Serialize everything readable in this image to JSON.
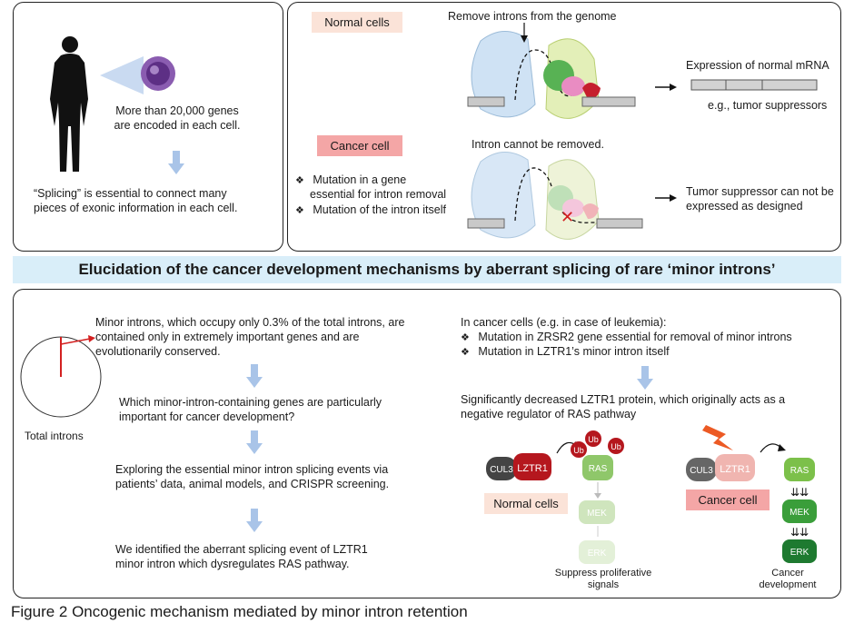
{
  "top_left": {
    "genes_text_1": "More than 20,000 genes",
    "genes_text_2": "are encoded in each cell.",
    "splicing_text_1": "“Splicing” is essential to connect many",
    "splicing_text_2": "pieces of exonic information in each cell."
  },
  "top_right": {
    "normal_label": "Normal cells",
    "remove_introns": "Remove introns from the genome",
    "expression_normal": "Expression of normal mRNA",
    "eg_tumor": "e.g., tumor suppressors",
    "cancer_label": "Cancer cell",
    "intron_cannot": "Intron cannot be removed.",
    "mutation_1a": "Mutation in a gene",
    "mutation_1b": "essential for intron removal",
    "mutation_2": "Mutation of the intron itself",
    "tumor_cannot_1": "Tumor suppressor can not be",
    "tumor_cannot_2": "expressed as designed"
  },
  "banner": "Elucidation of the cancer development mechanisms by aberrant splicing of rare ‘minor introns’",
  "bottom_left": {
    "total_introns": "Total introns",
    "minor_1": "Minor introns, which occupy only 0.3% of the total introns, are",
    "minor_2": "contained only in extremely important genes and are",
    "minor_3": "evolutionarily conserved.",
    "which_1": "Which minor-intron-containing genes are particularly",
    "which_2": "important for cancer development?",
    "explore_1": "Exploring the essential minor intron splicing events via",
    "explore_2": "patients’ data, animal models, and CRISPR screening.",
    "ident_1": "We identified the aberrant splicing event of LZTR1",
    "ident_2": "minor intron which dysregulates RAS pathway."
  },
  "bottom_right": {
    "cancer_cells_intro": "In cancer cells (e.g. in case of leukemia):",
    "mut_zrsr2": "Mutation in ZRSR2 gene essential for removal of minor introns",
    "mut_lztr1": "Mutation in LZTR1’s minor intron itself",
    "decrease_1": "Significantly decreased LZTR1 protein, which originally acts as a",
    "decrease_2": "negative regulator of RAS pathway",
    "cul3": "CUL3",
    "lztr1": "LZTR1",
    "ub": "Ub",
    "ras": "RAS",
    "mek": "MEK",
    "erk": "ERK",
    "normal_cells": "Normal cells",
    "cancer_cell": "Cancer cell",
    "suppress_1": "Suppress proliferative",
    "suppress_2": "signals",
    "cancer_dev_1": "Cancer",
    "cancer_dev_2": "development"
  },
  "caption": "Figure 2 Oncogenic mechanism mediated by minor intron retention",
  "colors": {
    "banner_bg": "#d9eef9",
    "pink_label": "#fbe3d8",
    "red_label": "#f4a6a6",
    "lztr1_red": "#b5171e",
    "ras_green": "#7cc04a",
    "arrow_blue": "#a9c4e8"
  }
}
